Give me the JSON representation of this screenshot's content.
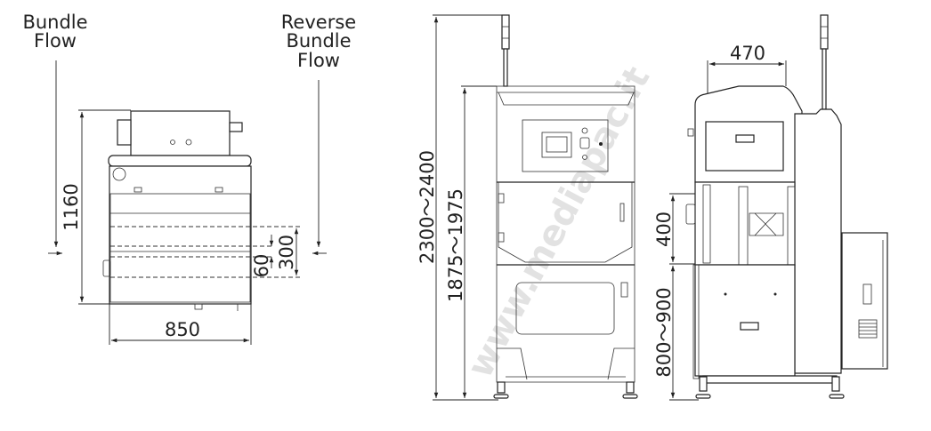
{
  "labels": {
    "bundle_flow_line1": "Bundle",
    "bundle_flow_line2": "Flow",
    "reverse_line1": "Reverse",
    "reverse_line2": "Bundle",
    "reverse_line3": "Flow"
  },
  "dimensions": {
    "top_depth": "1160",
    "top_width": "850",
    "band_60": "60",
    "band_300": "300",
    "total_height": "2300～2400",
    "cabinet_height": "1875～1975",
    "side_width": "470",
    "opening_height": "400",
    "table_height": "800～900"
  },
  "watermark": "www.mediapac.it"
}
